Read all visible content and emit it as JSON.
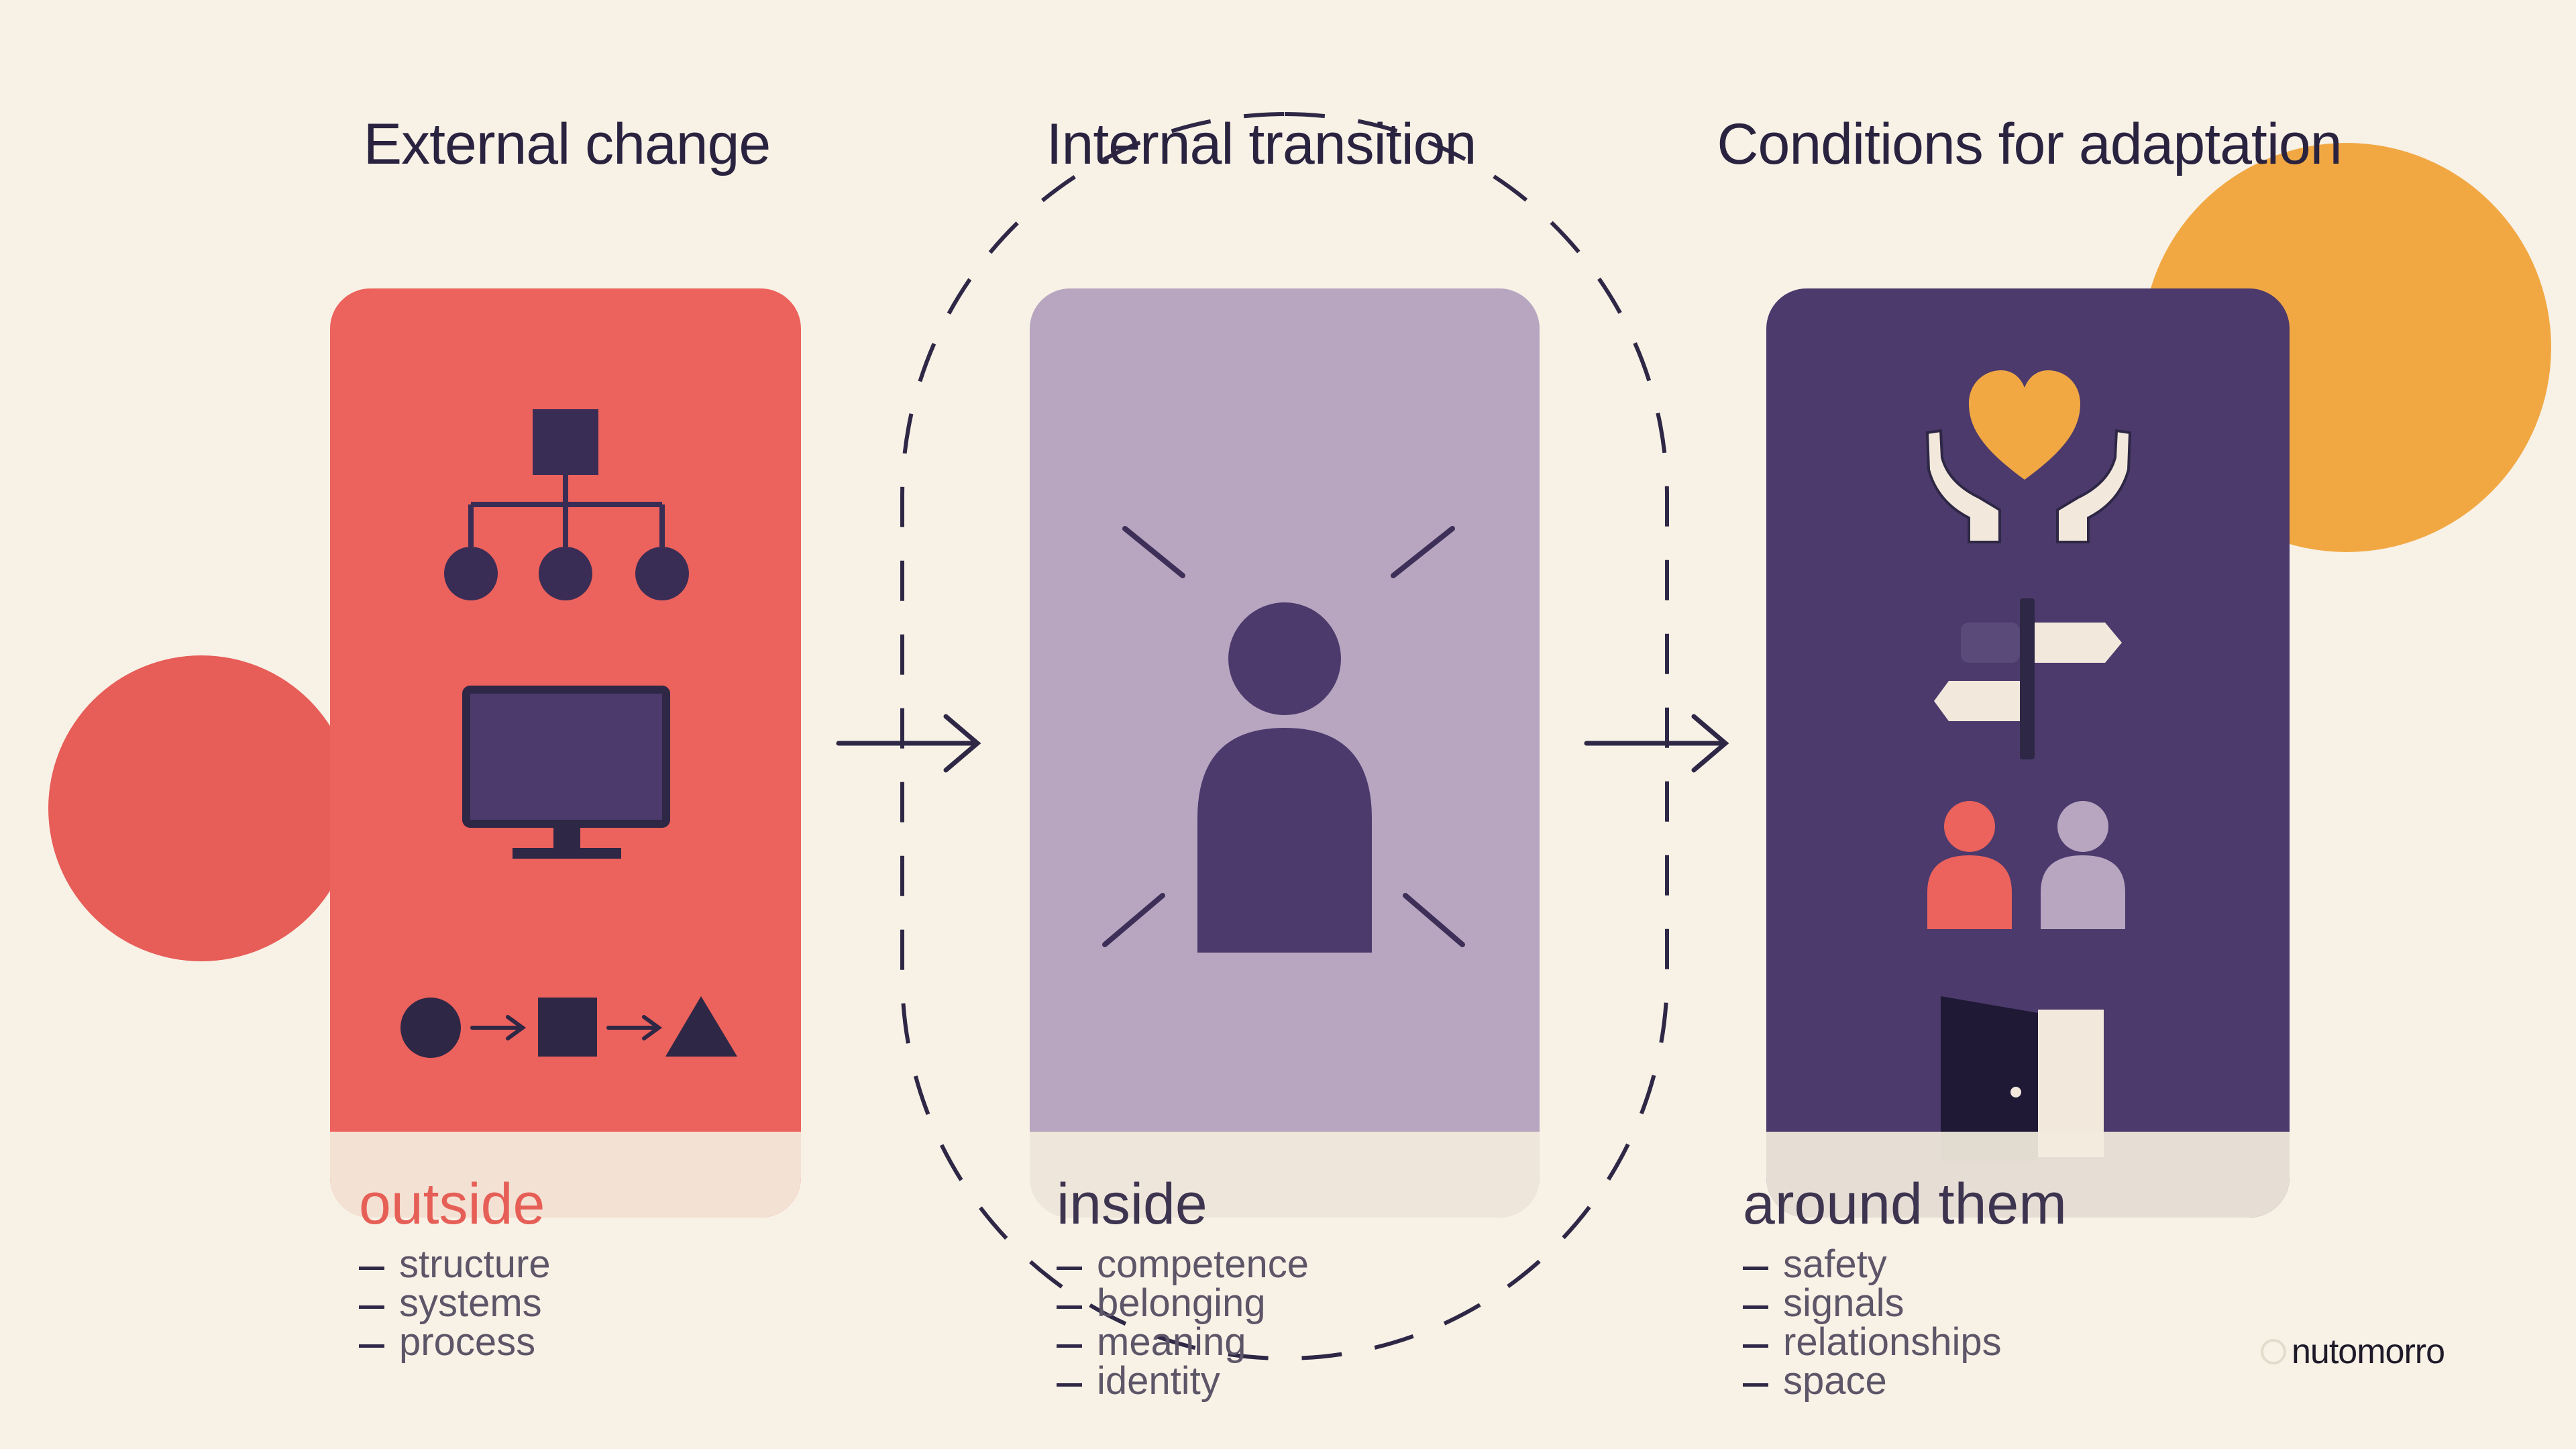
{
  "columns": [
    {
      "title": "External change",
      "caption": "outside",
      "bullets": [
        "structure",
        "systems",
        "process"
      ],
      "panel_color": "#ec625c",
      "caption_color": "#e65f57",
      "icons": [
        "org-chart-icon",
        "monitor-icon",
        "process-flow-icon"
      ]
    },
    {
      "title": "Internal transition",
      "caption": "inside",
      "bullets": [
        "competence",
        "belonging",
        "meaning",
        "identity"
      ],
      "panel_color": "#b8a5c0",
      "caption_color": "#3d3450",
      "icons": [
        "person-icon",
        "radiating-lines-icon"
      ]
    },
    {
      "title": "Conditions for adaptation",
      "caption": "around them",
      "bullets": [
        "safety",
        "signals",
        "relationships",
        "space"
      ],
      "panel_color": "#4c3a6c",
      "caption_color": "#3d3450",
      "icons": [
        "hands-heart-icon",
        "signpost-icon",
        "two-people-icon",
        "open-door-icon"
      ]
    }
  ],
  "brand": {
    "name": "nutomorro"
  },
  "colors": {
    "background": "#f8f1e6",
    "coral": "#ec625c",
    "lavender": "#b8a5c0",
    "purple": "#4c3a6c",
    "dark": "#2e2745",
    "orange": "#f1a843"
  }
}
